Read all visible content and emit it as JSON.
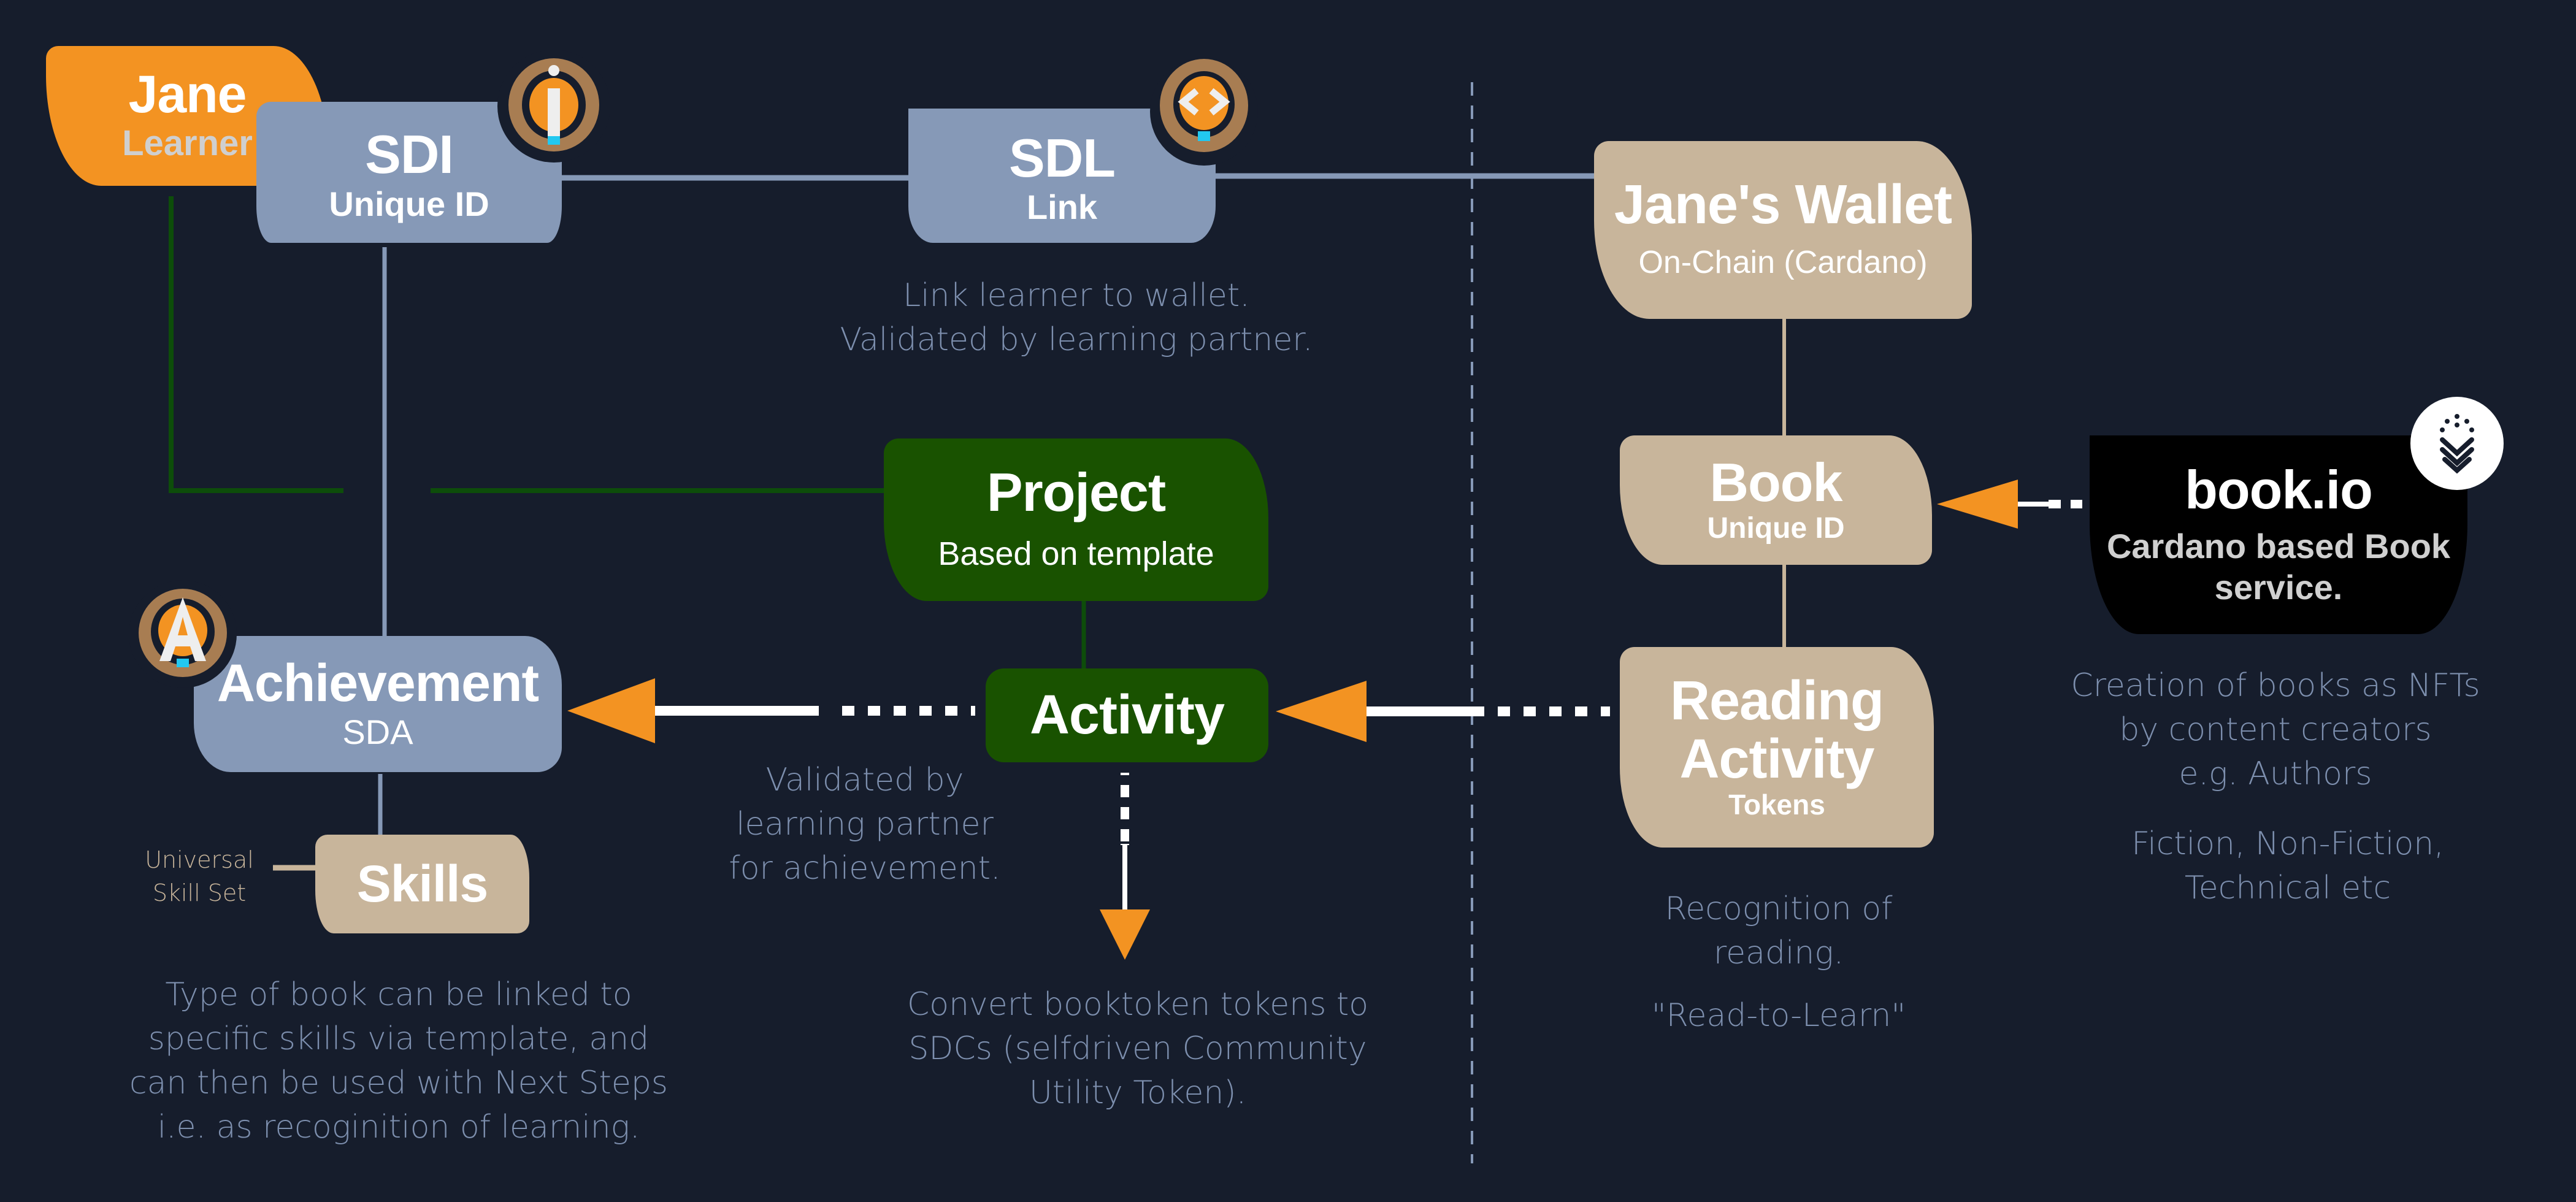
{
  "diagram": {
    "colors": {
      "background": "#161d2c",
      "identity_blue": "#8699b7",
      "book_tan": "#c8b59b",
      "project_green": "#195200",
      "learner_orange": "#f39322",
      "arrow_orange": "#f39322",
      "note_text": "#7d8fae",
      "bookio_black": "#000000"
    },
    "nodes": {
      "jane": {
        "title": "Jane",
        "subtitle": "Learner"
      },
      "sdi": {
        "title": "SDI",
        "subtitle": "Unique ID",
        "icon": "info-badge-icon"
      },
      "sdl": {
        "title": "SDL",
        "subtitle": "Link",
        "icon": "code-brackets-badge-icon"
      },
      "wallet": {
        "title": "Jane's Wallet",
        "subtitle": "On-Chain (Cardano)"
      },
      "book": {
        "title": "Book",
        "subtitle": "Unique ID"
      },
      "bookio": {
        "title": "book.io",
        "subtitle_lines": [
          "Cardano based Book",
          "service."
        ],
        "icon": "bookio-logo-icon"
      },
      "project": {
        "title": "Project",
        "subtitle": "Based on template"
      },
      "activity": {
        "title": "Activity"
      },
      "reading": {
        "title_lines": [
          "Reading",
          "Activity"
        ],
        "subtitle": "Tokens"
      },
      "achievement": {
        "title": "Achievement",
        "subtitle": "SDA",
        "icon": "achievement-badge-icon"
      },
      "skills": {
        "title": "Skills"
      }
    },
    "notes": {
      "sdl": [
        "Link learner to wallet.",
        "Validated by learning partner."
      ],
      "activity_validation": [
        "Validated by",
        "learning partner",
        "for achievement."
      ],
      "convert": [
        "Convert booktoken tokens to",
        "SDCs (selfdriven Community",
        "Utility Token)."
      ],
      "reading": [
        "Recognition of",
        "reading."
      ],
      "read_to_learn": "\"Read-to-Learn\"",
      "bookio_creation": [
        "Creation of books as NFTs",
        "by content creators",
        "e.g. Authors"
      ],
      "bookio_genres": [
        "Fiction, Non-Fiction,",
        "Technical etc"
      ],
      "skills": [
        "Type of book can be linked to",
        "specific skills via template, and",
        "can then be used with Next Steps",
        "i.e. as recoginition of learning."
      ],
      "universal_skill_set": [
        "Universal",
        "Skill Set"
      ]
    }
  }
}
